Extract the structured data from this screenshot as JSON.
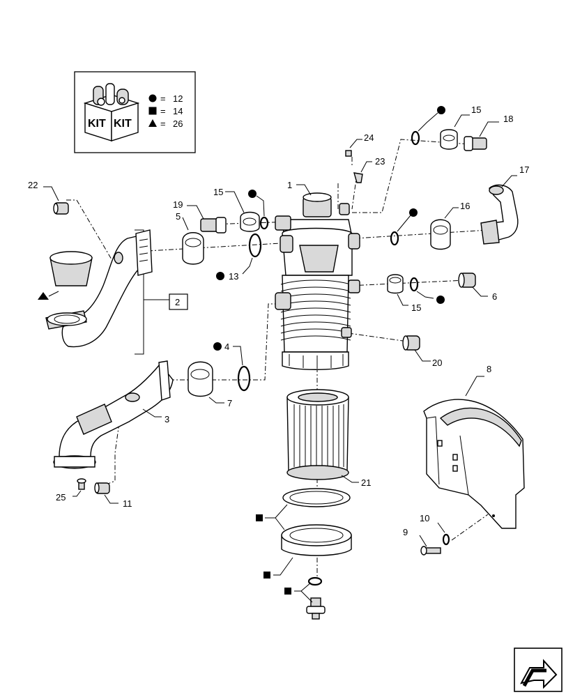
{
  "kit": {
    "box_label_left": "KIT",
    "box_label_right": "KIT",
    "legend": [
      {
        "symbol": "circle",
        "separator": "=",
        "value": "12"
      },
      {
        "symbol": "square",
        "separator": "=",
        "value": "14"
      },
      {
        "symbol": "triangle",
        "separator": "=",
        "value": "26"
      }
    ]
  },
  "callouts": {
    "c1": "1",
    "c2": "2",
    "c3": "3",
    "c4": "4",
    "c5": "5",
    "c6": "6",
    "c7": "7",
    "c8": "8",
    "c9": "9",
    "c10": "10",
    "c11": "11",
    "c13": "13",
    "c15a": "15",
    "c15b": "15",
    "c15c": "15",
    "c16": "16",
    "c17": "17",
    "c18": "18",
    "c19": "19",
    "c20": "20",
    "c21": "21",
    "c22": "22",
    "c23": "23",
    "c24": "24",
    "c25": "25"
  },
  "icons": {
    "kit_box": "kit-box-icon",
    "navigation": "next-page-arrow-icon"
  }
}
